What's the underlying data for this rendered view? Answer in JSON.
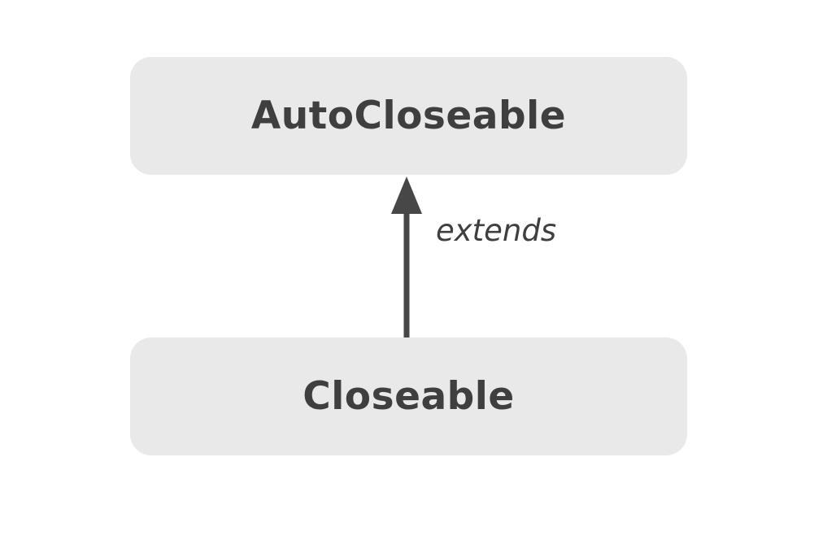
{
  "diagram": {
    "type": "inheritance-hierarchy",
    "nodes": [
      {
        "id": "autocloseable",
        "label": "AutoCloseable",
        "role": "parent-interface"
      },
      {
        "id": "closeable",
        "label": "Closeable",
        "role": "child-interface"
      }
    ],
    "edge": {
      "from": "closeable",
      "to": "autocloseable",
      "label": "extends",
      "style": "arrow-up"
    },
    "colors": {
      "background": "#ffffff",
      "node_bg": "#e9e9e9",
      "text": "#3f3f3f",
      "arrow": "#474747"
    }
  }
}
